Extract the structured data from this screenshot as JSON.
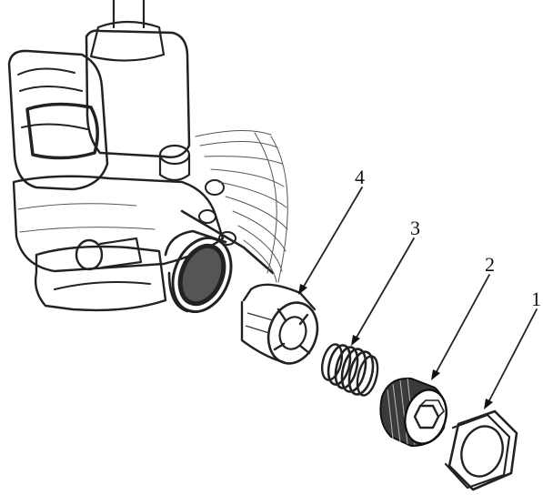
{
  "callouts": [
    {
      "id": "part-1",
      "label": "1"
    },
    {
      "id": "part-2",
      "label": "2"
    },
    {
      "id": "part-3",
      "label": "3"
    },
    {
      "id": "part-4",
      "label": "4"
    }
  ],
  "colors": {
    "ink": "#222222",
    "shade": "#444444",
    "background": "#ffffff"
  }
}
